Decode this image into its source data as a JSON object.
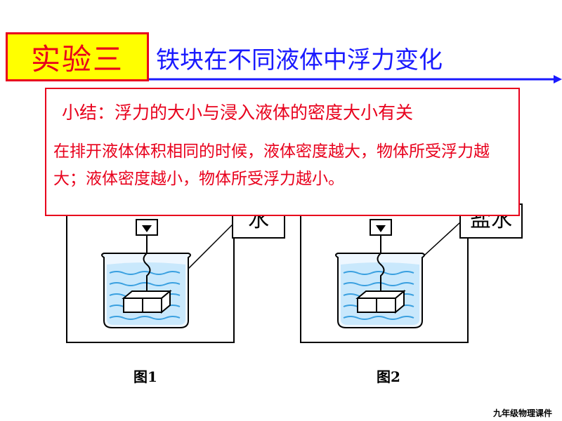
{
  "title": {
    "label": "实验三",
    "text": "铁块在不同液体中浮力变化"
  },
  "summary": {
    "heading": "小结：浮力的大小与浸入液体的密度大小有关",
    "body": "在排开液体体积相同的时候，液体密度越大，物体所受浮力越大；液体密度越小，物体所受浮力越小。"
  },
  "figures": [
    {
      "caption": "图1",
      "tag": "水"
    },
    {
      "caption": "图2",
      "tag": "盐水"
    }
  ],
  "footer": "九年级物理课件",
  "colors": {
    "accent_red": "#e8001c",
    "title_yellow": "#ffff00",
    "title_blue": "#1a1aff",
    "water": "#3aa0e0"
  }
}
